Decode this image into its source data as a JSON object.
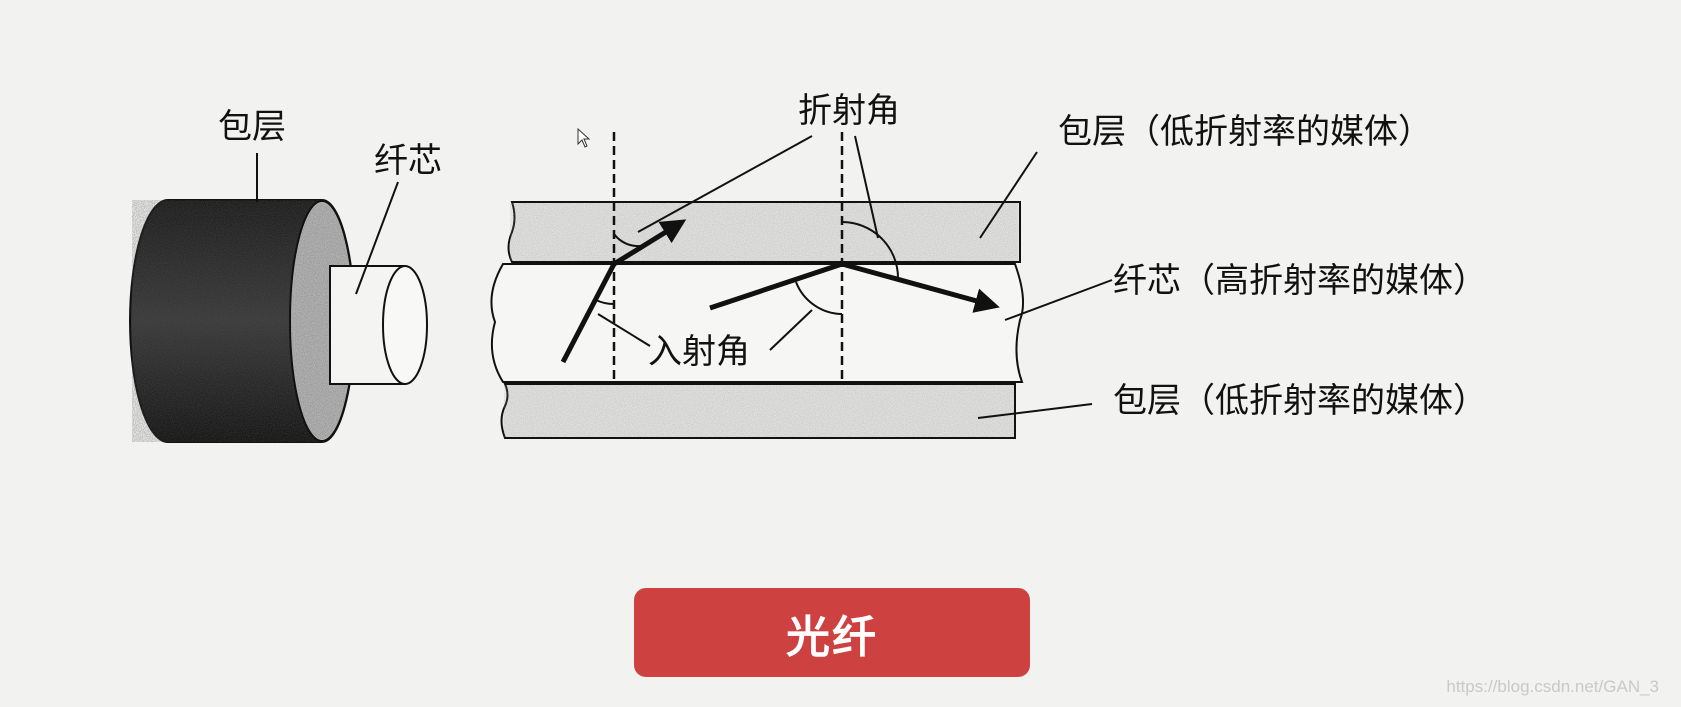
{
  "diagram": {
    "cable_end": {
      "cladding_label": "包层",
      "core_label": "纤芯"
    },
    "fiber_section": {
      "refraction_angle_label": "折射角",
      "incidence_angle_label": "入射角",
      "cladding_top_label": "包层（低折射率的媒体）",
      "core_label": "纤芯（高折射率的媒体）",
      "cladding_bottom_label": "包层（低折射率的媒体）"
    }
  },
  "banner": {
    "title": "光纤"
  },
  "watermark": "https://blog.csdn.net/GAN_3",
  "colors": {
    "banner": "#cd4141",
    "background": "#f2f2f0"
  }
}
